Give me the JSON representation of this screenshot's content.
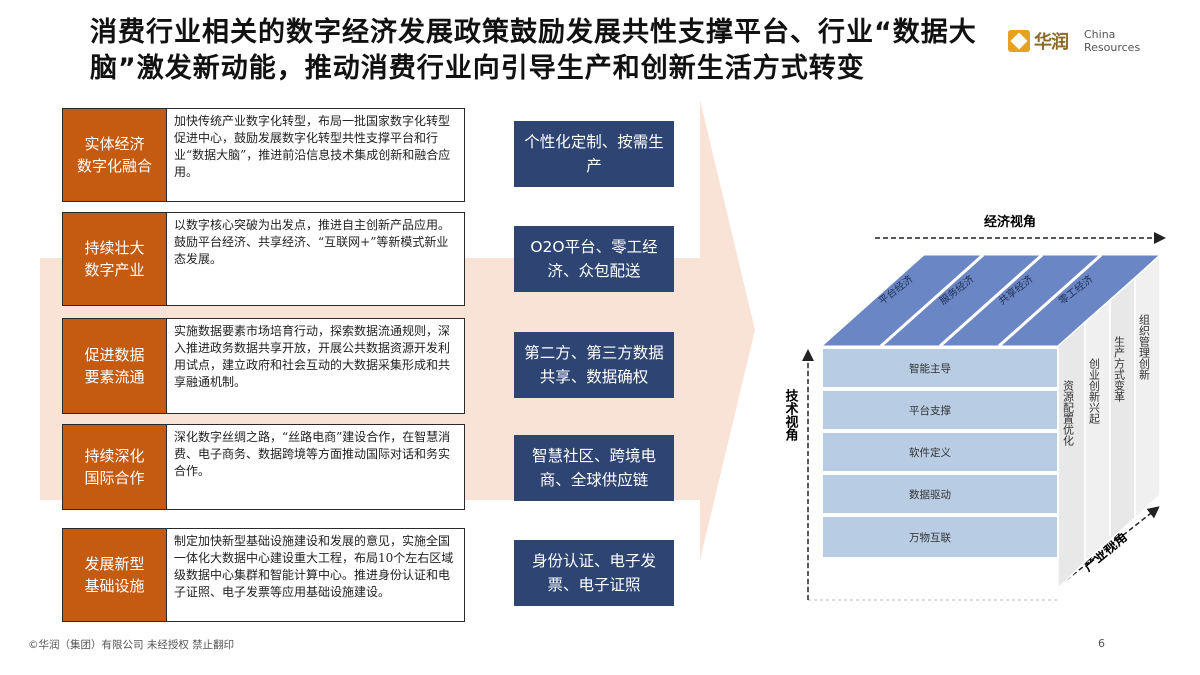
{
  "title": {
    "line1": "消费行业相关的数字经济发展政策鼓励发展共性支撑平台、行业“数据大",
    "line2": "脑”激发新动能，推动消费行业向引导生产和创新生活方式转变"
  },
  "logo": {
    "cn": "华润",
    "en_line1": "China",
    "en_line2": "Resources"
  },
  "rows": [
    {
      "label": "实体经济\n数字化融合",
      "desc": "加快传统产业数字化转型，布局一批国家数字化转型促进中心，鼓励发展数字化转型共性支撑平台和行业“数据大脑”，推进前沿信息技术集成创新和融合应用。"
    },
    {
      "label": "持续壮大\n数字产业",
      "desc": "以数字核心突破为出发点，推进自主创新产品应用。鼓励平台经济、共享经济、“互联网+”等新模式新业态发展。"
    },
    {
      "label": "促进数据\n要素流通",
      "desc": "实施数据要素市场培育行动，探索数据流通规则，深入推进政务数据共享开放，开展公共数据资源开发利用试点，建立政府和社会互动的大数据采集形成和共享融通机制。"
    },
    {
      "label": "持续深化\n国际合作",
      "desc": "深化数字丝绸之路，“丝路电商”建设合作，在智慧消费、电子商务、数据跨境等方面推动国际对话和务实合作。"
    },
    {
      "label": "发展新型\n基础设施",
      "desc": "制定加快新型基础设施建设和发展的意见，实施全国一体化大数据中心建设重大工程，布局10个左右区域级数据中心集群和智能计算中心。推进身份认证和电子证照、电子发票等应用基础设施建设。"
    }
  ],
  "outcomes": [
    "个性化定制、按需生产",
    "O2O平台、零工经济、众包配送",
    "第二方、第三方数据共享、数据确权",
    "智慧社区、跨境电商、全球供应链",
    "身份认证、电子发票、电子证照"
  ],
  "cube": {
    "top_axis": "经济视角",
    "left_axis": "技术视角",
    "bottom_axis": "产业视角",
    "top_labels": [
      "平台经济",
      "服务经济",
      "共享经济",
      "零工经济"
    ],
    "front_layers": [
      "智能主导",
      "平台支撑",
      "软件定义",
      "数据驱动",
      "万物互联"
    ],
    "side_labels": [
      "资源配置优化",
      "创业创新兴起",
      "生产方式变革",
      "组织管理创新"
    ]
  },
  "colors": {
    "label_bg": "#c55a11",
    "outcome_bg": "#2e4473",
    "arrow": "#f8e3d6",
    "cube_top": "#6b86c4",
    "cube_front": "#b8cce4"
  },
  "footer": "©华润（集团）有限公司 未经授权 禁止翻印",
  "page_number": "6"
}
